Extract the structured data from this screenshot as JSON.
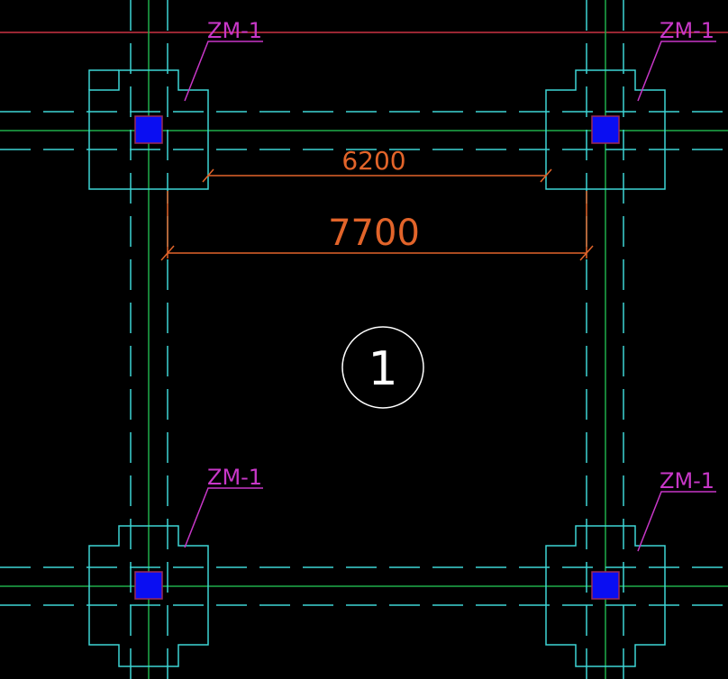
{
  "drawing": {
    "background": "#000000",
    "colors": {
      "grid_axis": "#1fae4b",
      "outline_cyan": "#3dd6d6",
      "column_fill": "#0a0ef2",
      "column_stroke": "#9a2a58",
      "tag_magenta": "#c837c8",
      "dimension_orange": "#e2642a",
      "reference_red": "#cc3344",
      "circle_white": "#ffffff"
    },
    "column_tags": [
      {
        "text": "ZM-1"
      },
      {
        "text": "ZM-1"
      },
      {
        "text": "ZM-1"
      },
      {
        "text": "ZM-1"
      }
    ],
    "dimensions": {
      "inner": {
        "text": "6200"
      },
      "outer": {
        "text": "7700"
      }
    },
    "axis_bubble": {
      "text": "1"
    }
  }
}
